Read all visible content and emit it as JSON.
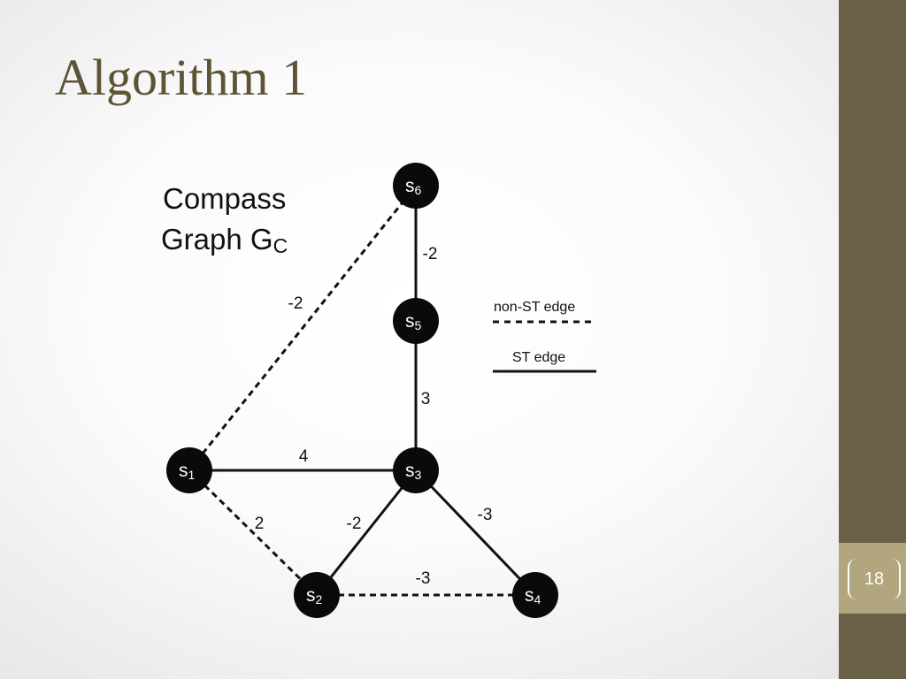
{
  "slide": {
    "title": "Algorithm 1",
    "page_number": "18"
  },
  "diagram": {
    "label_line1": "Compass",
    "label_line2_main": "Graph G",
    "label_line2_sub": "C",
    "legend": {
      "non_st_label": "non-ST edge",
      "st_label": "ST edge"
    },
    "nodes": [
      {
        "id": "s1",
        "main": "s",
        "sub": "1"
      },
      {
        "id": "s2",
        "main": "s",
        "sub": "2"
      },
      {
        "id": "s3",
        "main": "s",
        "sub": "3"
      },
      {
        "id": "s4",
        "main": "s",
        "sub": "4"
      },
      {
        "id": "s5",
        "main": "s",
        "sub": "5"
      },
      {
        "id": "s6",
        "main": "s",
        "sub": "6"
      }
    ],
    "edges": [
      {
        "from": "s6",
        "to": "s5",
        "weight": "-2",
        "type": "st"
      },
      {
        "from": "s5",
        "to": "s3",
        "weight": "3",
        "type": "st"
      },
      {
        "from": "s1",
        "to": "s3",
        "weight": "4",
        "type": "st"
      },
      {
        "from": "s3",
        "to": "s2",
        "weight": "-2",
        "type": "st"
      },
      {
        "from": "s3",
        "to": "s4",
        "weight": "-3",
        "type": "st"
      },
      {
        "from": "s1",
        "to": "s6",
        "weight": "-2",
        "type": "non-st"
      },
      {
        "from": "s1",
        "to": "s2",
        "weight": "2",
        "type": "non-st"
      },
      {
        "from": "s2",
        "to": "s4",
        "weight": "-3",
        "type": "non-st"
      }
    ]
  }
}
